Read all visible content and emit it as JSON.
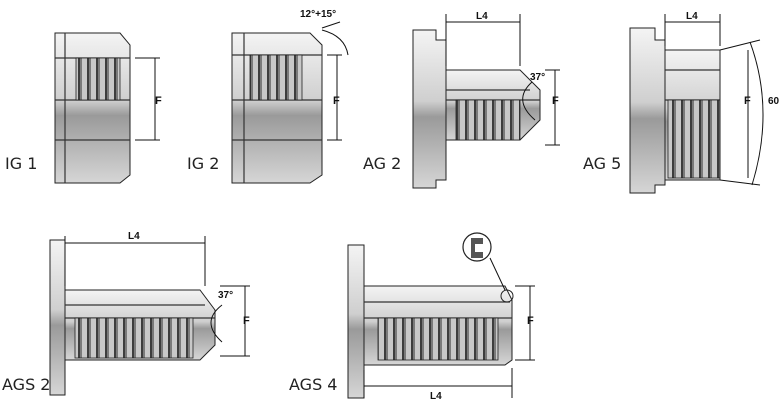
{
  "fittings": [
    {
      "label": "IG 1",
      "dims": {
        "F": "F"
      }
    },
    {
      "label": "IG 2",
      "dims": {
        "F": "F",
        "angle": "12°+15°"
      }
    },
    {
      "label": "AG 2",
      "dims": {
        "F": "F",
        "L4": "L4",
        "angle": "37°"
      }
    },
    {
      "label": "AG 5",
      "dims": {
        "F": "F",
        "L4": "L4",
        "angle": "60"
      }
    },
    {
      "label": "AGS 2",
      "dims": {
        "F": "F",
        "L4": "L4",
        "angle": "37°"
      }
    },
    {
      "label": "AGS 4",
      "dims": {
        "F": "F",
        "L4": "L4"
      }
    }
  ]
}
